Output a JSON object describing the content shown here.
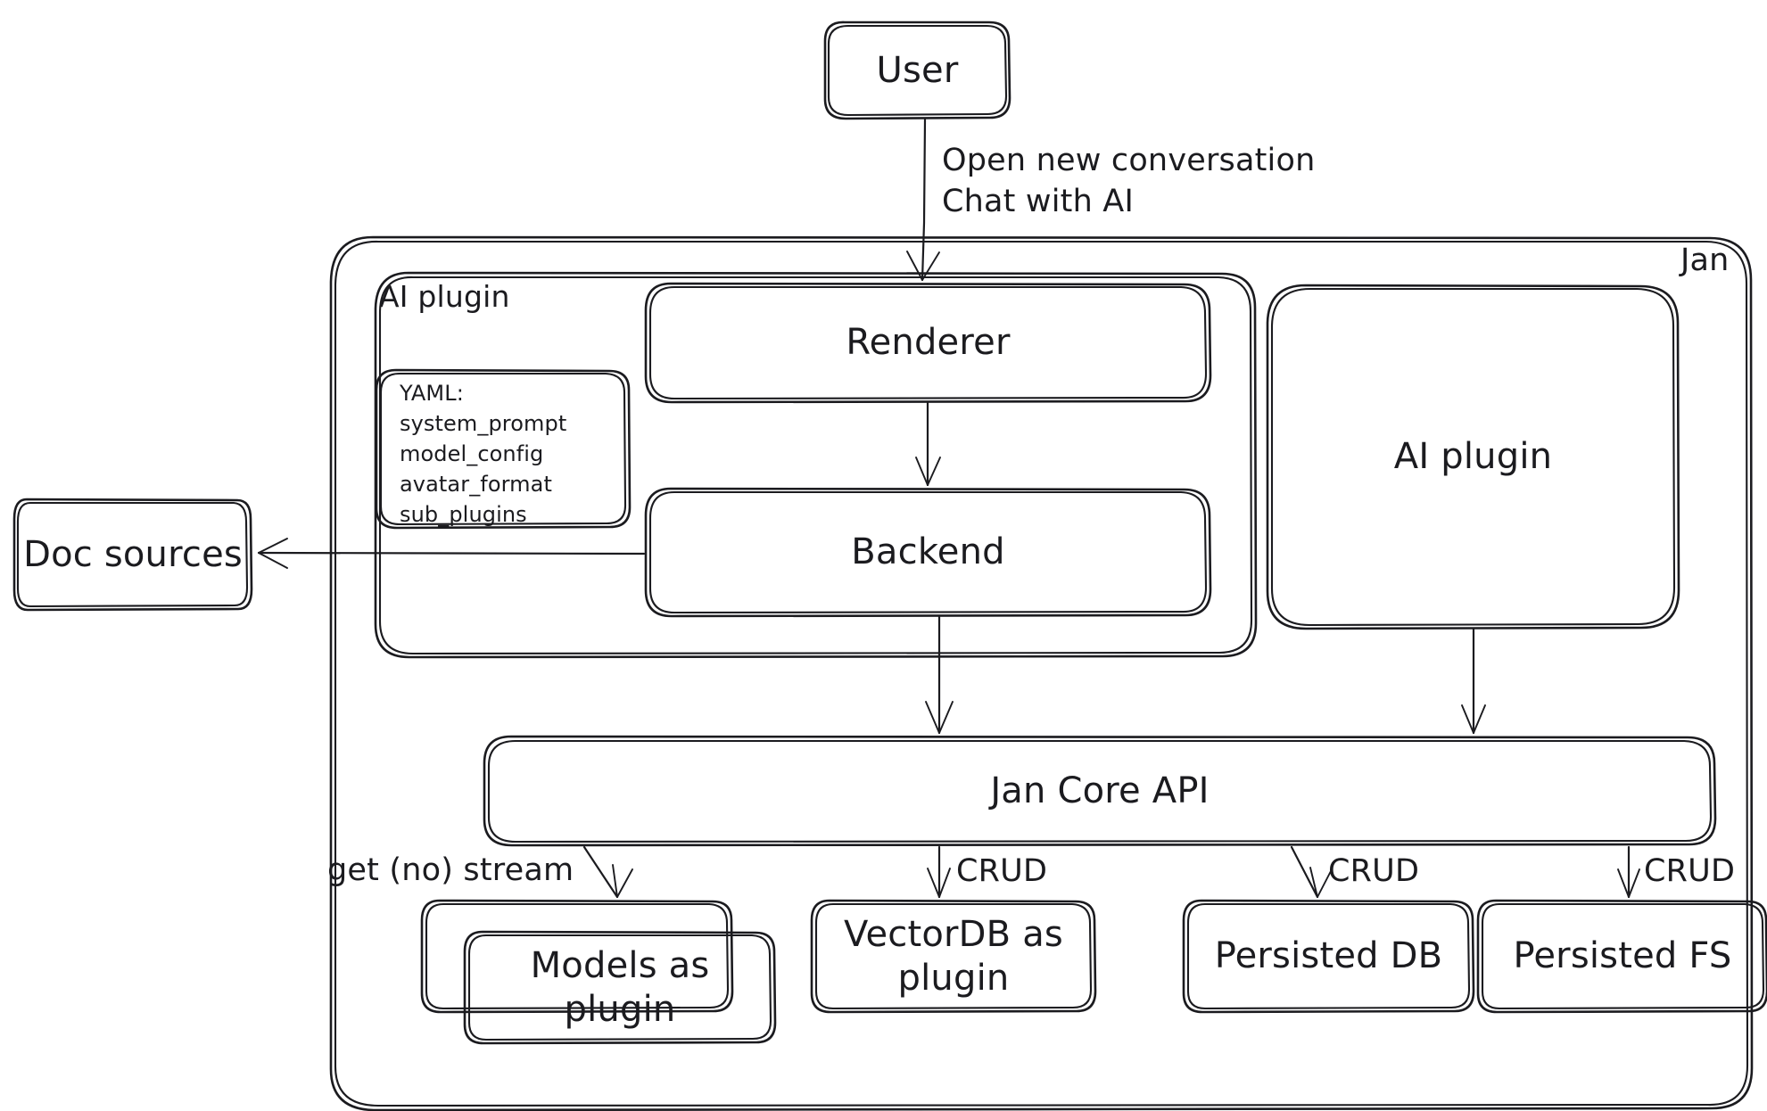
{
  "diagram": {
    "title": "Jan architecture overview",
    "style": "hand-drawn",
    "background": "#ffffff",
    "stroke_color": "#1b1b1f",
    "text_color": "#1b1b1f"
  },
  "groups": {
    "jan": {
      "label": "Jan"
    },
    "ai_plugin_group": {
      "label": "AI plugin"
    }
  },
  "nodes": {
    "user": {
      "label": "User"
    },
    "renderer": {
      "label": "Renderer"
    },
    "backend": {
      "label": "Backend"
    },
    "ai_plugin": {
      "label": "AI plugin"
    },
    "doc_sources": {
      "label": "Doc sources"
    },
    "jan_core_api": {
      "label": "Jan Core API"
    },
    "models_plugin": {
      "label": "Models as\nplugin"
    },
    "vectordb_plugin": {
      "label": "VectorDB as\nplugin"
    },
    "persisted_db": {
      "label": "Persisted DB"
    },
    "persisted_fs": {
      "label": "Persisted FS"
    },
    "yaml_card": {
      "label": "YAML:\nsystem_prompt\nmodel_config\navatar_format\nsub_plugins"
    }
  },
  "edges": [
    {
      "from": "user",
      "to": "renderer",
      "label": "Open new conversation\nChat with AI"
    },
    {
      "from": "renderer",
      "to": "backend",
      "label": ""
    },
    {
      "from": "backend",
      "to": "doc_sources",
      "label": ""
    },
    {
      "from": "backend",
      "to": "jan_core_api",
      "label": ""
    },
    {
      "from": "ai_plugin",
      "to": "jan_core_api",
      "label": ""
    },
    {
      "from": "jan_core_api",
      "to": "models_plugin",
      "label": "get (no) stream"
    },
    {
      "from": "jan_core_api",
      "to": "vectordb_plugin",
      "label": "CRUD"
    },
    {
      "from": "jan_core_api",
      "to": "persisted_db",
      "label": "CRUD"
    },
    {
      "from": "jan_core_api",
      "to": "persisted_fs",
      "label": "CRUD"
    }
  ]
}
